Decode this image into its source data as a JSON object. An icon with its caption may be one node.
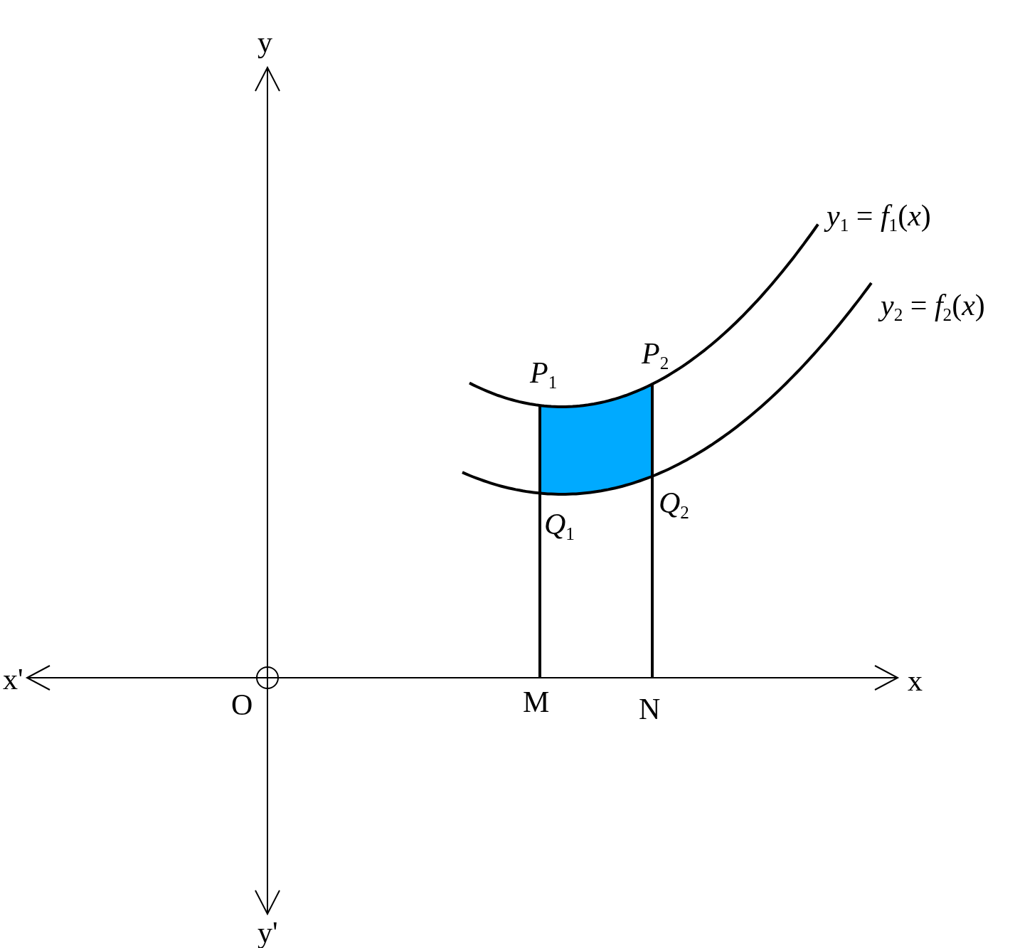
{
  "diagram": {
    "labels": [
      "y",
      "*y*$_{1}$ = *f*$_{1}$(*x*)",
      "*y*$_{2}$ = *f*$_{2}$(*x*)",
      "*P*$_{2}$",
      "*P*$_{1}$",
      "*Q*$_{2}$",
      "*Q*$_{1}$",
      "x'",
      "x",
      "O",
      "M",
      "N",
      "y'"
    ]
  }
}
